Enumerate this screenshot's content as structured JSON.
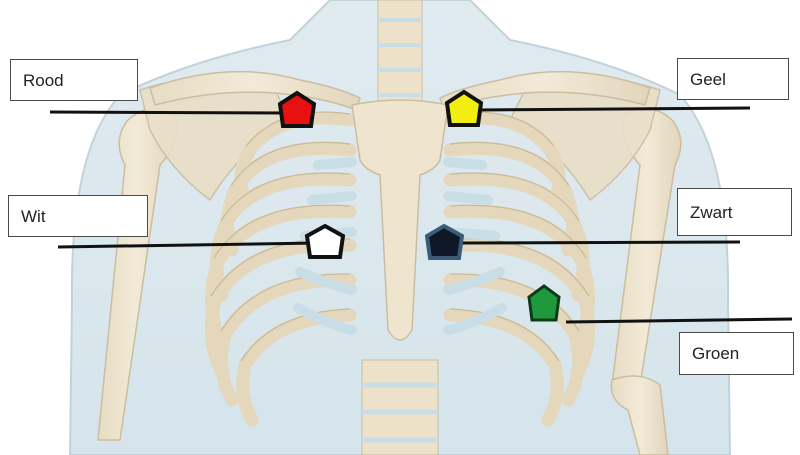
{
  "diagram": {
    "labels": {
      "rood": "Rood",
      "geel": "Geel",
      "wit": "Wit",
      "zwart": "Zwart",
      "groen": "Groen"
    },
    "electrode_colors": {
      "rood": "#e81010",
      "geel": "#f2ee10",
      "wit": "#ffffff",
      "zwart": "#101828",
      "groen": "#1e9a3c"
    },
    "line_color": "#111111"
  }
}
